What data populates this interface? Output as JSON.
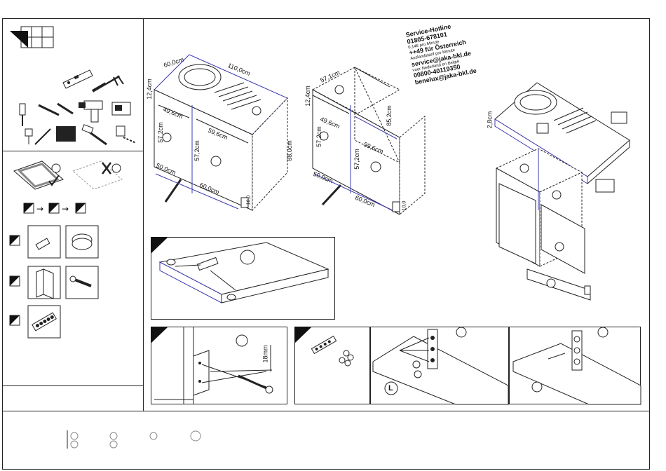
{
  "sheet": {
    "dimensions_cabinet_a": {
      "sink_width": "60,0cm",
      "top_length": "110,0cm",
      "front_height": "12,4cm",
      "inner_depth_left": "49,6cm",
      "door_height_left": "57,2cm",
      "door_height_mid": "57,2cm",
      "door_width": "59,6cm",
      "total_height": "88,0cm",
      "depth": "50,0cm",
      "width": "60,0cm",
      "plinth": "10,0"
    },
    "dimensions_cabinet_b": {
      "top_width": "57,1cm",
      "front_height": "12,4cm",
      "inner_depth": "49,6cm",
      "door_height_left": "57,2cm",
      "door_height_mid": "57,2cm",
      "door_width": "59,6cm",
      "inner_height": "85,2cm",
      "depth": "50,0cm",
      "width": "60,0cm",
      "plinth": "10,0"
    },
    "dimensions_cabinet_c": {
      "top_offset": "2,8cm"
    },
    "hotline": {
      "title": "Service-Hotline",
      "de_number": "01805-678101",
      "de_price": "0,14€ pro Minute",
      "at_number": "++49 für Österreich",
      "at_note": "Auslandstarif pro Minute",
      "email_de": "service@jaka-bkl.de",
      "nl_note": "voor Nederland en België",
      "nl_number": "00800-40119350",
      "email_nl": "benelux@jaka-bkl.de"
    },
    "step_screw": {
      "dimension": "18mm"
    },
    "step_hinge": {
      "left_mark": "L"
    }
  },
  "icons": {
    "level": "spirit-level-icon",
    "silicone": "caulk-gun-icon",
    "drill": "drill-icon",
    "jigsaw": "jigsaw-icon",
    "screwdriver": "screwdriver-icon",
    "hammer": "hammer-icon",
    "pencil": "pencil-icon",
    "sandpaper": "sandpaper-icon"
  },
  "colors": {
    "line": "#222222",
    "accent_blue": "#3b3bb0"
  }
}
